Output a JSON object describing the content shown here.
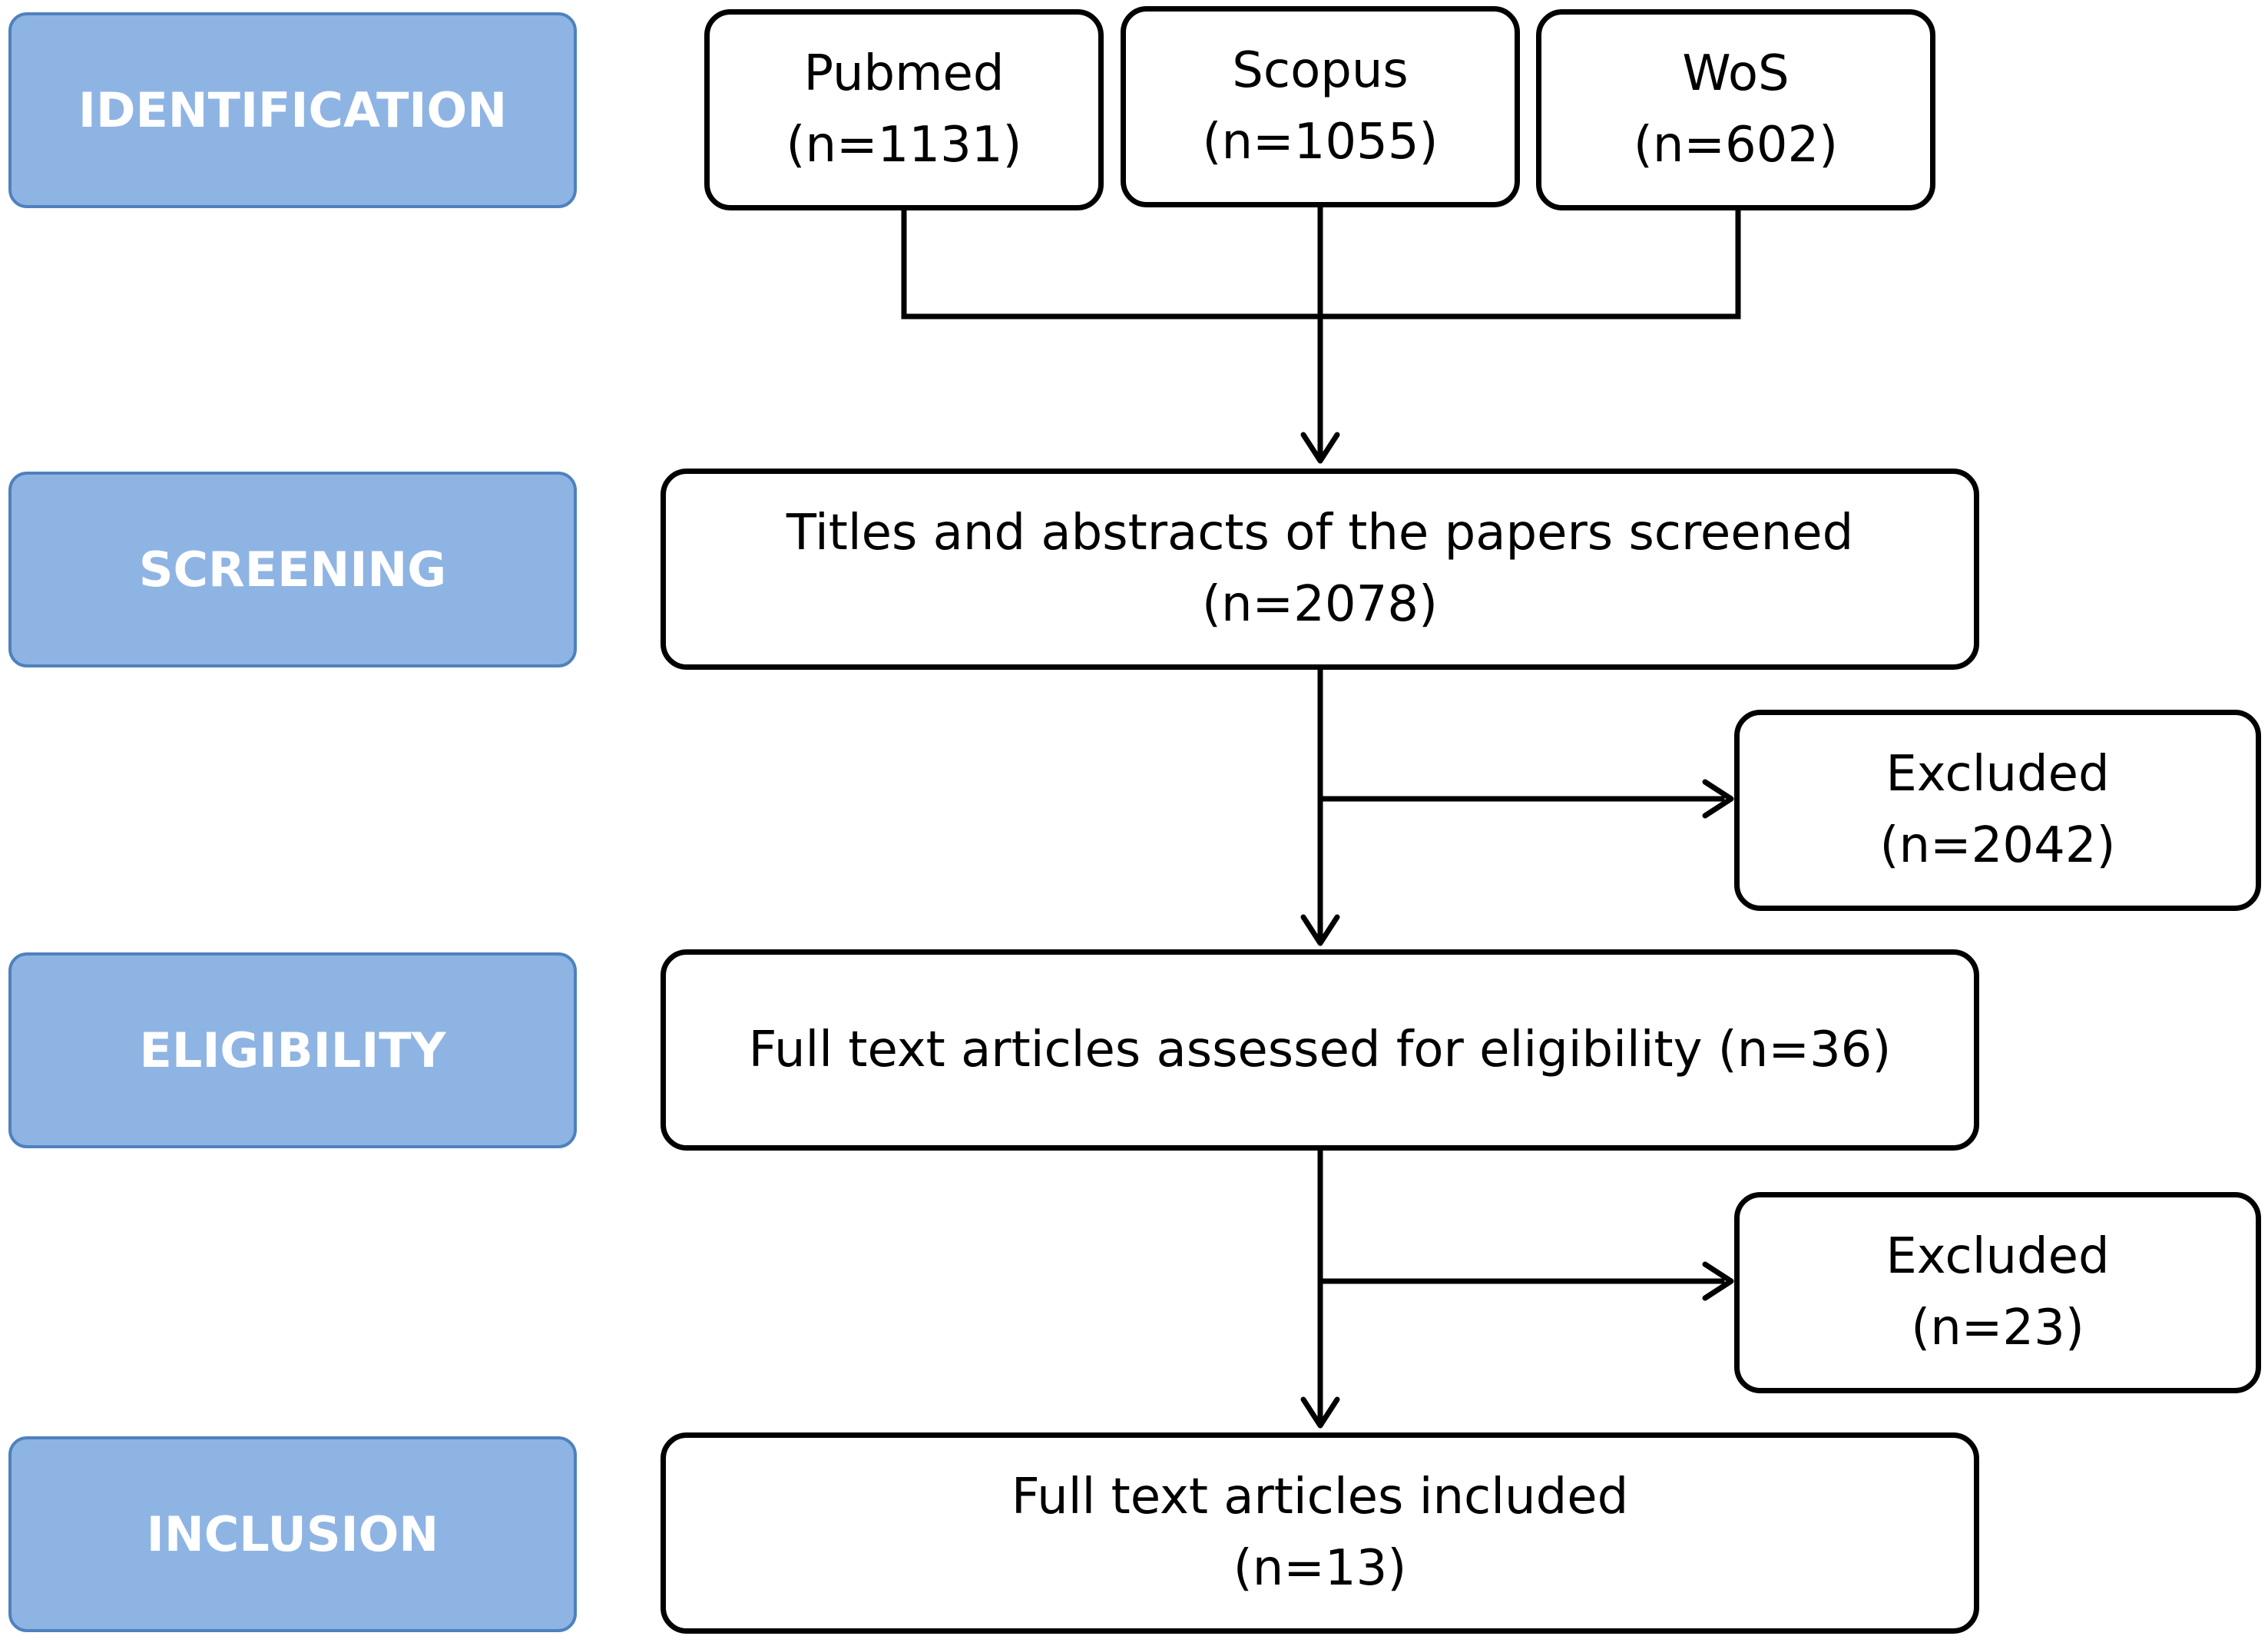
{
  "stages": {
    "identification": "IDENTIFICATION",
    "screening": "SCREENING",
    "eligibility": "ELIGIBILITY",
    "inclusion": "INCLUSION"
  },
  "sources": {
    "pubmed": {
      "name": "Pubmed",
      "count": "(n=1131)"
    },
    "scopus": {
      "name": "Scopus",
      "count": "(n=1055)"
    },
    "wos": {
      "name": "WoS",
      "count": "(n=602)"
    }
  },
  "screening": {
    "label": "Titles and abstracts of the papers screened",
    "count": "(n=2078)"
  },
  "excluded_screening": {
    "label": "Excluded",
    "count": "(n=2042)"
  },
  "eligibility": {
    "label": "Full text articles assessed for eligibility (n=36)"
  },
  "excluded_eligibility": {
    "label": "Excluded",
    "count": "(n=23)"
  },
  "inclusion": {
    "label": "Full text articles included",
    "count": "(n=13)"
  },
  "colors": {
    "stage_fill": "#8eb4e3",
    "stage_border": "#4f81bd",
    "stage_text": "#ffffff",
    "box_border": "#000000"
  }
}
